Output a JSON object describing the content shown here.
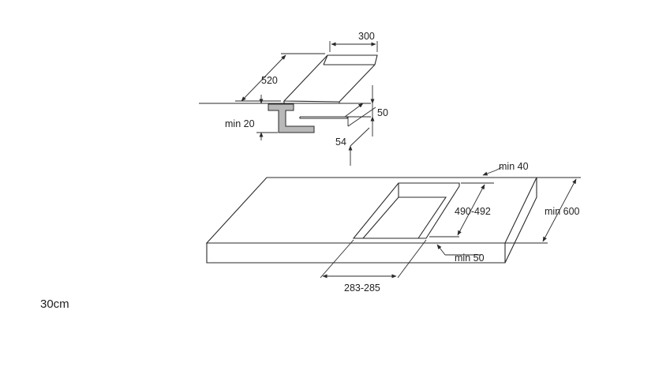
{
  "dimensions": {
    "width_top": "300",
    "depth_top": "520",
    "min_gap": "min 20",
    "thickness": "50",
    "recess": "54",
    "min_back": "min 40",
    "cutout_depth": "490-492",
    "min_depth": "min 600",
    "min_front": "min 50",
    "cutout_width": "283-285"
  },
  "caption": "30cm"
}
